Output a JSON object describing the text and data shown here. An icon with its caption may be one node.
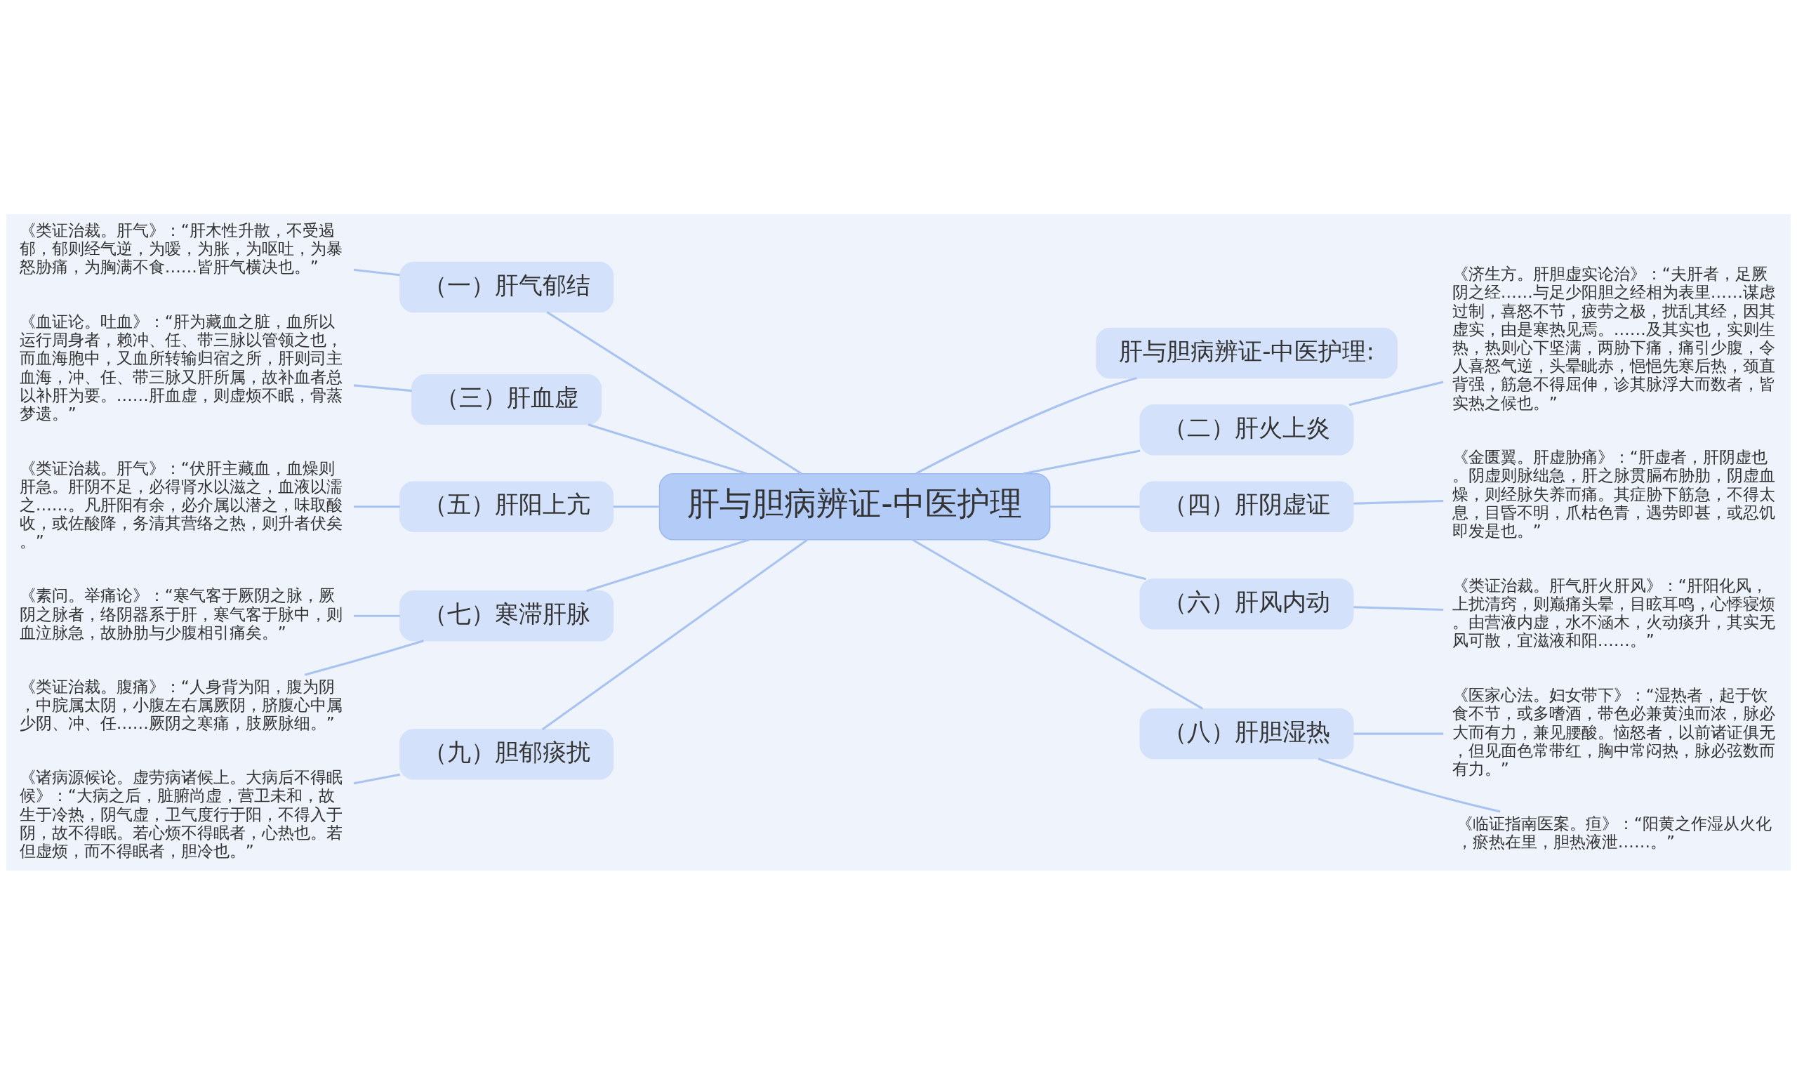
{
  "diagram": {
    "nodes": [
      {
        "text": [
          "肝与胆病辨证-中医护理"
        ]
      },
      {
        "text": [
          "（一）肝气郁结"
        ]
      },
      {
        "text": [
          "《类证治裁。肝气》：“肝木性升散，不受遏郁，郁则经气逆，为嗳，为胀，为呕吐，为暴怒胁痛，为胸满不食……皆肝气横决也。”"
        ]
      },
      {
        "text": [
          "（三）肝血虚"
        ]
      },
      {
        "text": [
          "《血证论。吐血》：“肝为藏血之脏，血所以运行周身者，赖冲、任、带三脉以管领之也，而血海胞中，又血所转输归宿之所，肝则司主血海，冲、任、带三脉又肝所属，故补血者总以补肝为要。……肝血虚，则虚烦不眠，骨蒸梦遗。”"
        ]
      },
      {
        "text": [
          "（五）肝阳上亢"
        ]
      },
      {
        "text": [
          "《类证治裁。肝气》：“伏肝主藏血，血燥则肝急。肝阴不足，必得肾水以滋之，血液以濡之……。凡肝阳有余，必介属以潜之，味取酸收，或佐酸降，务清其营络之热，则升者伏矣。”"
        ]
      },
      {
        "text": [
          "（七）寒滞肝脉"
        ]
      },
      {
        "text": [
          "《素问。举痛论》：“寒气客于厥阴之脉，厥阴之脉者，络阴器系于肝，寒气客于脉中，则血泣脉急，故胁肋与少腹相引痛矣。”"
        ]
      },
      {
        "text": [
          "《类证治裁。腹痛》：“人身背为阳，腹为阴，中脘属太阴，小腹左右属厥阴，脐腹心中属少阴、冲、任……厥阴之寒痛，肢厥脉细。”"
        ]
      },
      {
        "text": [
          "（九）胆郁痰扰"
        ]
      },
      {
        "text": [
          "《诸病源候论。虚劳病诸候上。大病后不得眠候》：“大病之后，脏腑尚虚，营卫未和，故生于冷热，阴气虚，卫气度行于阳，不得入于阴，故不得眠。若心烦不得眠者，心热也。若但虚烦，而不得眠者，胆冷也。”"
        ]
      },
      {
        "text": [
          "肝与胆病辨证-中医护理:"
        ]
      },
      {
        "text": [
          "（二）肝火上炎"
        ]
      },
      {
        "text": [
          "《济生方。肝胆虚实论治》：“夫肝者，足厥阴之经……与足少阳胆之经相为表里……谋虑过制，喜怒不节，疲劳之极，扰乱其经，因其虚实，由是寒热见焉。……及其实也，实则生热，热则心下坚满，两胁下痛，痛引少腹，令人喜怒气逆，头晕眦赤，悒悒先寒后热，颈直背强，筋急不得屈伸，诊其脉浮大而数者，皆实热之候也。”"
        ]
      },
      {
        "text": [
          "（四）肝阴虚证"
        ]
      },
      {
        "text": [
          "《金匮翼。肝虚胁痛》：“肝虚者，肝阴虚也。阴虚则脉绌急，肝之脉贯膈布胁肋，阴虚血燥，则经脉失养而痛。其症胁下筋急，不得太息，目昏不明，爪枯色青，遇劳即甚，或忍饥即发是也。”"
        ]
      },
      {
        "text": [
          "（六）肝风内动"
        ]
      },
      {
        "text": [
          "《类证治裁。肝气肝火肝风》：“肝阳化风，上扰清窍，则巅痛头晕，目眩耳鸣，心悸寝烦。由营液内虚，水不涵木，火动痰升，其实无风可散，宜滋液和阳……。”"
        ]
      },
      {
        "text": [
          "（八）肝胆湿热"
        ]
      },
      {
        "text": [
          "《医家心法。妇女带下》：“湿热者，起于饮食不节，或多嗜酒，带色必兼黄浊而浓，脉必大而有力，兼见腰酸。恼怒者，以前诸证俱无，但见面色常带红，胸中常闷热，脉必弦数而有力。”"
        ]
      },
      {
        "text": [
          "《临证指南医案。疸》：“阳黄之作湿从火化，瘀热在里，胆热液泄……。”"
        ]
      }
    ],
    "edges": [
      {
        "from": 0,
        "to": 1,
        "arrow": "none"
      },
      {
        "from": 1,
        "to": 2,
        "arrow": "none"
      },
      {
        "from": 0,
        "to": 3,
        "arrow": "none"
      },
      {
        "from": 3,
        "to": 4,
        "arrow": "none"
      },
      {
        "from": 0,
        "to": 5,
        "arrow": "none"
      },
      {
        "from": 5,
        "to": 6,
        "arrow": "none"
      },
      {
        "from": 0,
        "to": 7,
        "arrow": "none"
      },
      {
        "from": 7,
        "to": 8,
        "arrow": "none"
      },
      {
        "from": 7,
        "to": 9,
        "arrow": "none"
      },
      {
        "from": 0,
        "to": 10,
        "arrow": "none"
      },
      {
        "from": 10,
        "to": 11,
        "arrow": "none"
      },
      {
        "from": 0,
        "to": 12,
        "arrow": "none"
      },
      {
        "from": 0,
        "to": 13,
        "arrow": "none"
      },
      {
        "from": 13,
        "to": 14,
        "arrow": "none"
      },
      {
        "from": 0,
        "to": 15,
        "arrow": "none"
      },
      {
        "from": 15,
        "to": 16,
        "arrow": "none"
      },
      {
        "from": 0,
        "to": 17,
        "arrow": "none"
      },
      {
        "from": 17,
        "to": 18,
        "arrow": "none"
      },
      {
        "from": 0,
        "to": 19,
        "arrow": "none"
      },
      {
        "from": 19,
        "to": 20,
        "arrow": "none"
      },
      {
        "from": 19,
        "to": 21,
        "arrow": "none"
      }
    ]
  }
}
